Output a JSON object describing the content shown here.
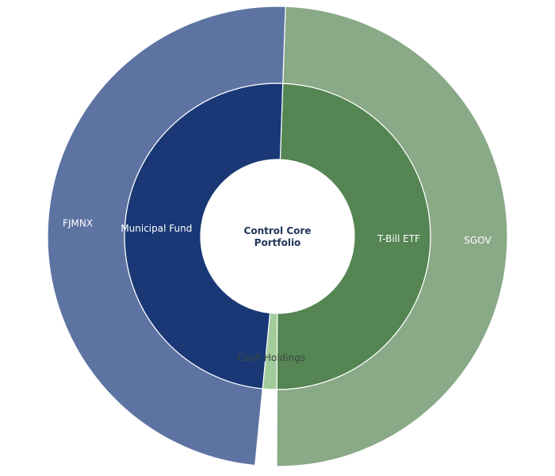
{
  "chart_data": {
    "type": "sunburst",
    "center": {
      "line1": "Control Core",
      "line2": "Portfolio"
    },
    "segments": [
      {
        "label": "T-Bill ETF",
        "value": 49.5,
        "color": "#548553",
        "label_color": "#ffffff",
        "children": [
          {
            "label": "SGOV",
            "value": 49.5,
            "color": "#8aa987",
            "label_color": "#ffffff"
          }
        ]
      },
      {
        "label": "Cash Holdings",
        "value": 1.5,
        "color": "#a3cc9c",
        "label_color": "#3d4a3c",
        "children": []
      },
      {
        "label": "Municipal Fund",
        "value": 49.0,
        "color": "#193875",
        "label_color": "#ffffff",
        "children": [
          {
            "label": "FJMNX",
            "value": 49.0,
            "color": "#5d73a2",
            "label_color": "#ffffff"
          }
        ]
      }
    ]
  }
}
